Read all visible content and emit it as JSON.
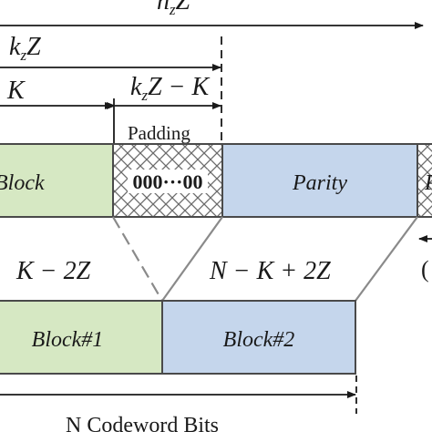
{
  "labels": {
    "nzZ_main": "n",
    "nzZ_sub": "z",
    "nzZ_tail": "Z",
    "kzZ_main": "k",
    "kzZ_sub": "z",
    "kzZ_tail": "Z",
    "K": "K",
    "kzZminusK_main": "k",
    "kzZminusK_sub": "z",
    "kzZminusK_tail": "Z − K",
    "padding": "Padding",
    "block": "Block",
    "zeros": "000···00",
    "parity": "Parity",
    "parity_cut": "P",
    "K_minus_2Z": "K − 2Z",
    "N_minus_K_plus_2Z": "N − K + 2Z",
    "paren_cut": "(",
    "block1": "Block#1",
    "block2": "Block#2",
    "n_codeword_bits": "N Codeword Bits"
  },
  "colors": {
    "green_fill": "#d6e8c3",
    "blue_fill": "#c5d6ec",
    "outline": "#4a4a4a",
    "hatch": "#6a6a6a",
    "guide_line": "#8a8a8a"
  }
}
